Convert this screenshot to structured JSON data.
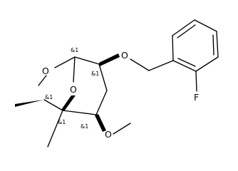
{
  "molecule": {
    "atoms": {
      "ring_oxygen": "O",
      "bridge_oxygen": "O",
      "ether_oxygen_benzyl": "O",
      "ether_oxygen_methoxy": "O",
      "fluorine": "F"
    },
    "stereo_labels": {
      "anomeric_carbon": "&1",
      "benzyloxy_carbon": "&1",
      "methyl_carbon": "&1",
      "quaternary_carbon": "&1",
      "methoxy_carbon": "&1"
    }
  }
}
